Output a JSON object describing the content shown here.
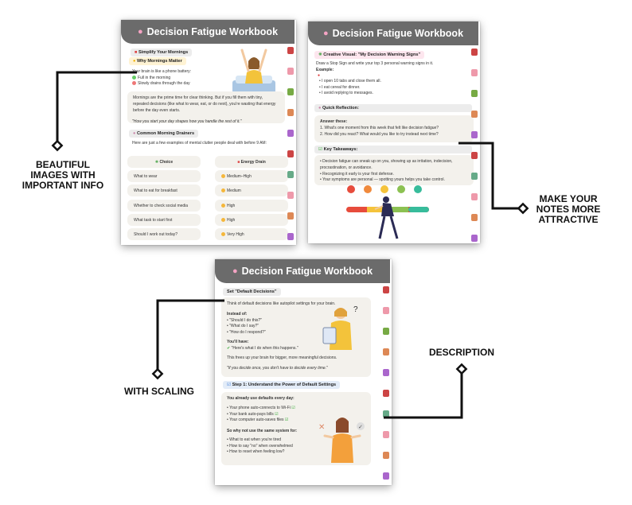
{
  "workbook_title": "Decision Fatigue Workbook",
  "callouts": {
    "images": "BEAUTIFUL IMAGES WITH IMPORTANT INFO",
    "notes": "MAKE YOUR NOTES MORE ATTRACTIVE",
    "scaling": "WITH SCALING",
    "description": "DESCRIPTION"
  },
  "page1": {
    "section": "Simplify Your Mornings",
    "subhead": "Why Mornings Matter",
    "intro_lines": [
      "Your brain is like a phone battery:",
      "Full in the morning",
      "Slowly drains through the day"
    ],
    "paragraph": "Mornings are the prime time for clear thinking. But if you fill them with tiny, repeated decisions (like what to wear, eat, or do next), you're wasting that energy before the day even starts.",
    "quote": "\"How you start your day shapes how you handle the rest of it.\"",
    "section2": "Common Morning Drainers",
    "drainers_intro": "Here are just a few examples of mental clutter people deal with before 9 AM:",
    "col_choice": "Choice",
    "col_energy": "Energy Drain",
    "rows": [
      {
        "choice": "What to wear",
        "drain": "Medium–High"
      },
      {
        "choice": "What to eat for breakfast",
        "drain": "Medium"
      },
      {
        "choice": "Whether to check social media",
        "drain": "High"
      },
      {
        "choice": "What task to start first",
        "drain": "High"
      },
      {
        "choice": "Should I work out today?",
        "drain": "Very High"
      }
    ]
  },
  "page2": {
    "section": "Creative Visual: \"My Decision Warning Signs\"",
    "instruction": "Draw a Stop Sign and write your top 3 personal warning signs in it.",
    "example_label": "Example:",
    "examples": [
      "I open 10 tabs and close them all.",
      "I eat cereal for dinner.",
      "I avoid replying to messages."
    ],
    "section2": "Quick Reflection:",
    "answer_label": "Answer these:",
    "questions": [
      "1. What's one moment from this week that felt like decision fatigue?",
      "2. How did you react? What would you like to try instead next time?"
    ],
    "section3": "Key Takeaways:",
    "takeaways": [
      "Decision fatigue can sneak up on you, showing up as irritation, indecision, procrastination, or avoidance.",
      "Recognizing it early is your first defense.",
      "Your symptoms are personal — spotting yours helps you take control."
    ]
  },
  "page3": {
    "section": "Set \"Default Decisions\"",
    "intro": "Think of default decisions like autopilot settings for your brain.",
    "instead_label": "Instead of:",
    "instead": [
      "\"Should I do this?\"",
      "\"What do I say?\"",
      "\"How do I respond?\""
    ],
    "youll_have_label": "You'll have:",
    "youll_have": "\"Here's what I do when this happens.\"",
    "frees": "This frees up your brain for bigger, more meaningful decisions.",
    "quote": "\"If you decide once, you don't have to decide every time.\"",
    "step": "Step 1: Understand the Power of Default Settings",
    "already_label": "You already use defaults every day:",
    "defaults": [
      "Your phone auto-connects to Wi-Fi",
      "Your bank auto-pays bills",
      "Your computer auto-saves files"
    ],
    "why_label": "So why not use the same system for:",
    "systems": [
      "What to eat when you're tired",
      "How to say \"no\" when overwhelmed",
      "How to reset when feeling low?"
    ]
  },
  "colors": {
    "header": "#6b6b6b",
    "box": "#f3f1ec",
    "accent_pink": "#f4a3c3"
  }
}
